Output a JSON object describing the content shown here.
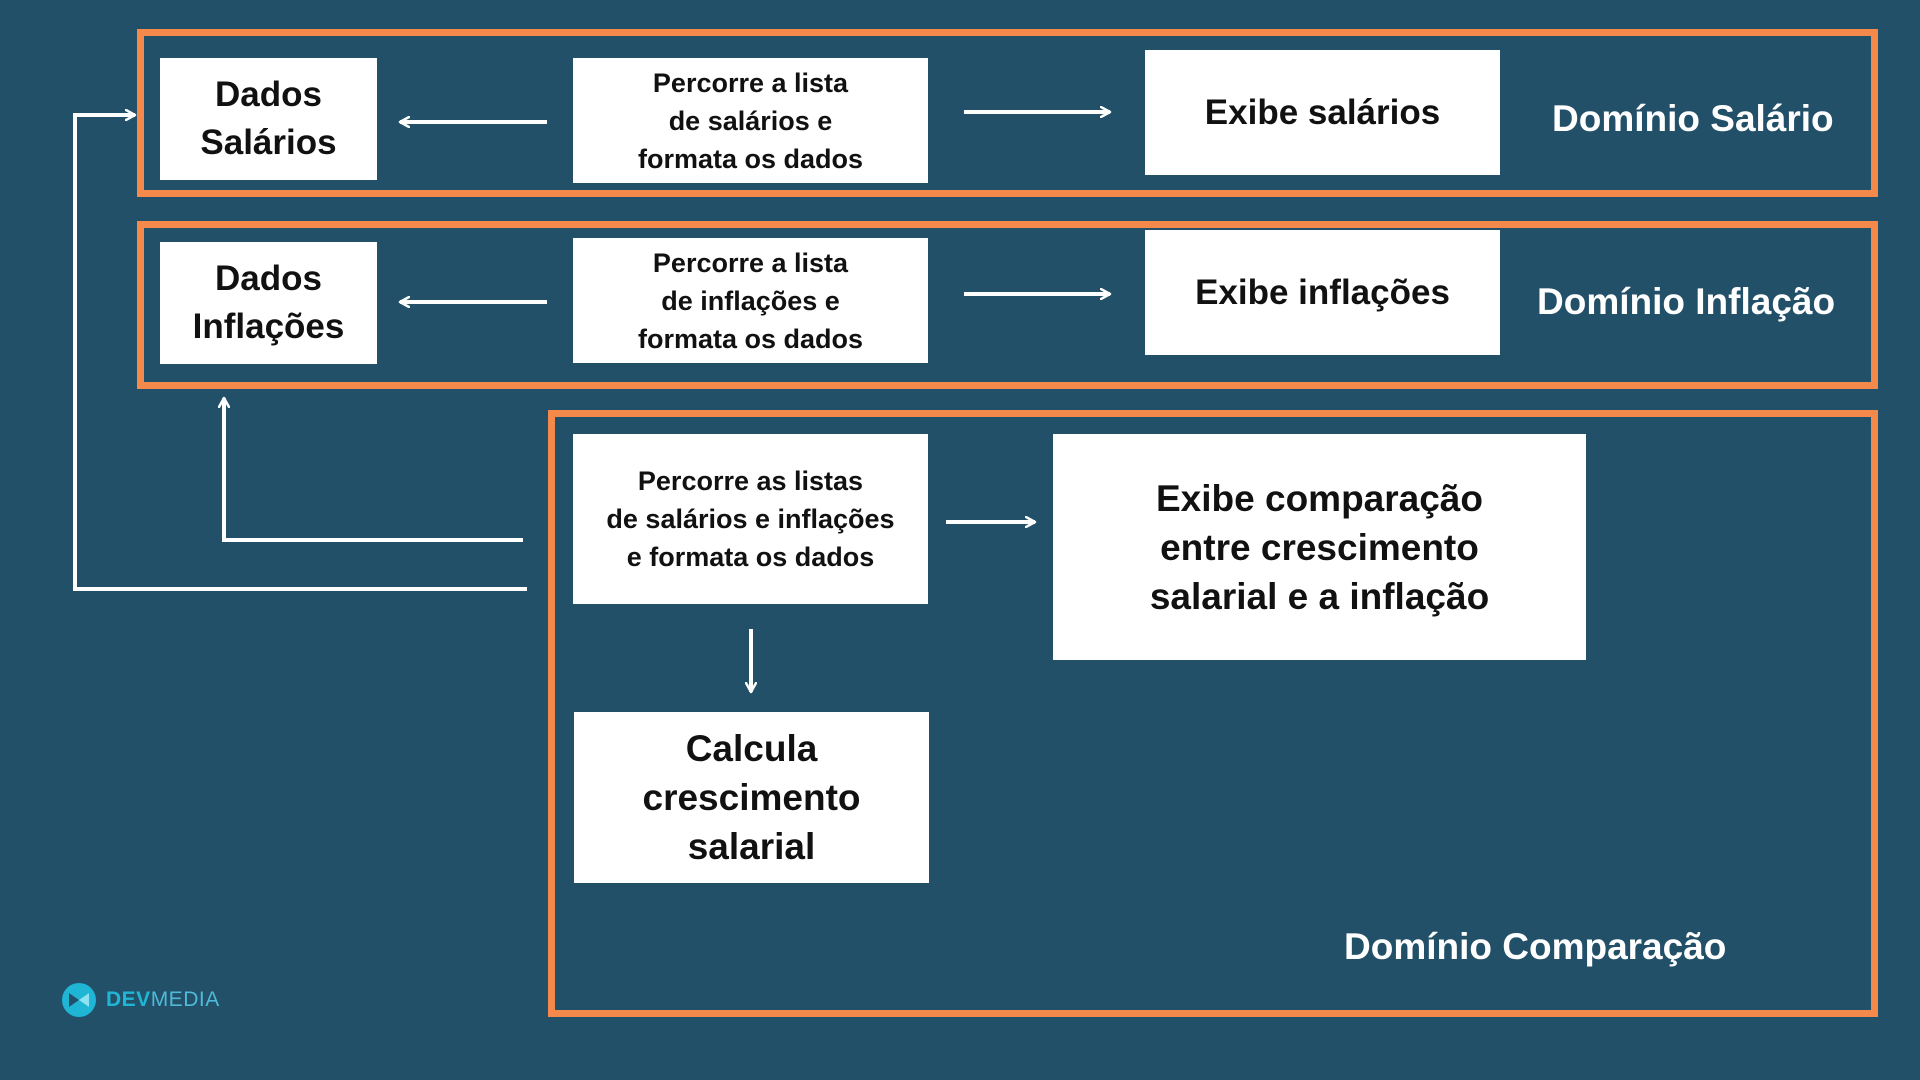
{
  "colors": {
    "background": "#235069",
    "domain_border": "#f4894b",
    "box_fill": "#ffffff",
    "box_text": "#111111",
    "label_text": "#ffffff",
    "arrow": "#ffffff",
    "logo_primary": "#1fb6d6",
    "logo_secondary": "#4fb9d8"
  },
  "domains": {
    "salario": {
      "label": "Domínio Salário",
      "data_box": "Dados\nSalários",
      "process_box": "Percorre a lista\nde salários e\nformata os dados",
      "display_box": "Exibe salários"
    },
    "inflacao": {
      "label": "Domínio Inflação",
      "data_box": "Dados\nInflações",
      "process_box": "Percorre a lista\nde inflações e\nformata os dados",
      "display_box": "Exibe inflações"
    },
    "comparacao": {
      "label": "Domínio Comparação",
      "process_box": "Percorre as listas\nde salários e inflações\ne  formata os dados",
      "display_box": "Exibe comparação\nentre crescimento\nsalarial e a inflação",
      "calc_box": "Calcula\ncrescimento\nsalarial"
    }
  },
  "logo": {
    "icon": "devmedia-logo-icon",
    "text_primary": "DEV",
    "text_secondary": "MEDIA"
  }
}
